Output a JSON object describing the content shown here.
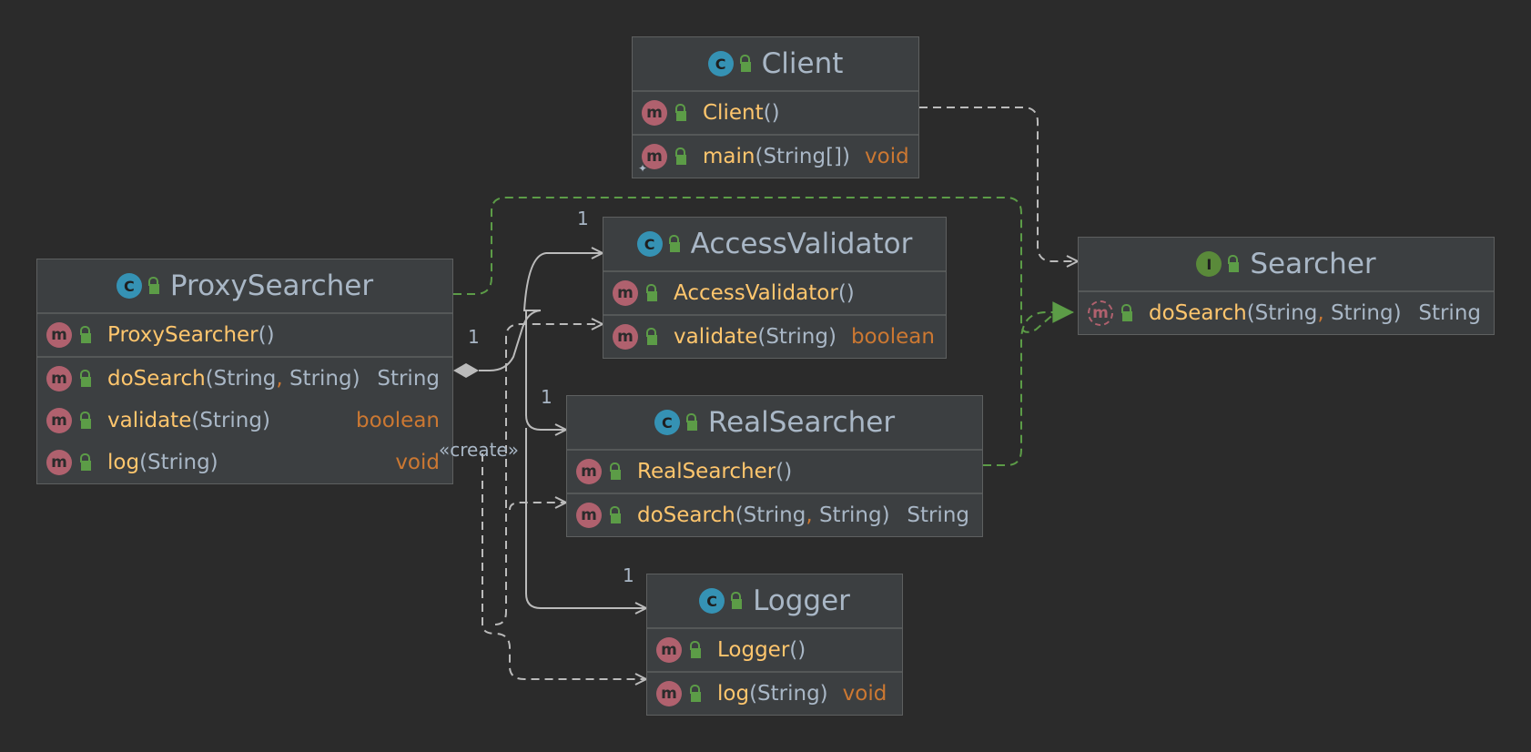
{
  "classes": {
    "client": {
      "name": "Client",
      "kind_icon": "C",
      "ctor": {
        "name": "Client",
        "params": "()"
      },
      "main": {
        "name": "main",
        "params": "(String[])",
        "type": "void"
      }
    },
    "proxy": {
      "name": "ProxySearcher",
      "kind_icon": "C",
      "ctor": {
        "name": "ProxySearcher",
        "params": "()"
      },
      "m1": {
        "name": "doSearch",
        "p1": "(String",
        "sep": ",",
        "p2": " String)",
        "type": "String"
      },
      "m2": {
        "name": "validate",
        "params": "(String)",
        "type": "boolean"
      },
      "m3": {
        "name": "log",
        "params": "(String)",
        "type": "void"
      }
    },
    "validator": {
      "name": "AccessValidator",
      "kind_icon": "C",
      "ctor": {
        "name": "AccessValidator",
        "params": "()"
      },
      "m1": {
        "name": "validate",
        "params": "(String)",
        "type": "boolean"
      }
    },
    "real": {
      "name": "RealSearcher",
      "kind_icon": "C",
      "ctor": {
        "name": "RealSearcher",
        "params": "()"
      },
      "m1": {
        "name": "doSearch",
        "p1": "(String",
        "sep": ",",
        "p2": " String)",
        "type": "String"
      }
    },
    "logger": {
      "name": "Logger",
      "kind_icon": "C",
      "ctor": {
        "name": "Logger",
        "params": "()"
      },
      "m1": {
        "name": "log",
        "params": "(String)",
        "type": "void"
      }
    },
    "searcher": {
      "name": "Searcher",
      "kind_icon": "I",
      "m1": {
        "name": "doSearch",
        "p1": "(String",
        "sep": ",",
        "p2": " String)",
        "type": "String"
      }
    }
  },
  "method_icon": "m",
  "multiplicity": {
    "validator": "1",
    "proxy": "1",
    "real": "1",
    "logger": "1"
  },
  "create_label": "«create»",
  "colors": {
    "background": "#2b2b2b",
    "node_fill": "#3c3f41",
    "method_name": "#ffc66d",
    "keyword": "#cc7832",
    "text": "#a9b7c6",
    "realization": "#5c9c47",
    "association": "#bbbbbb",
    "class_icon": "#3592b4",
    "method_icon": "#b0616e"
  }
}
